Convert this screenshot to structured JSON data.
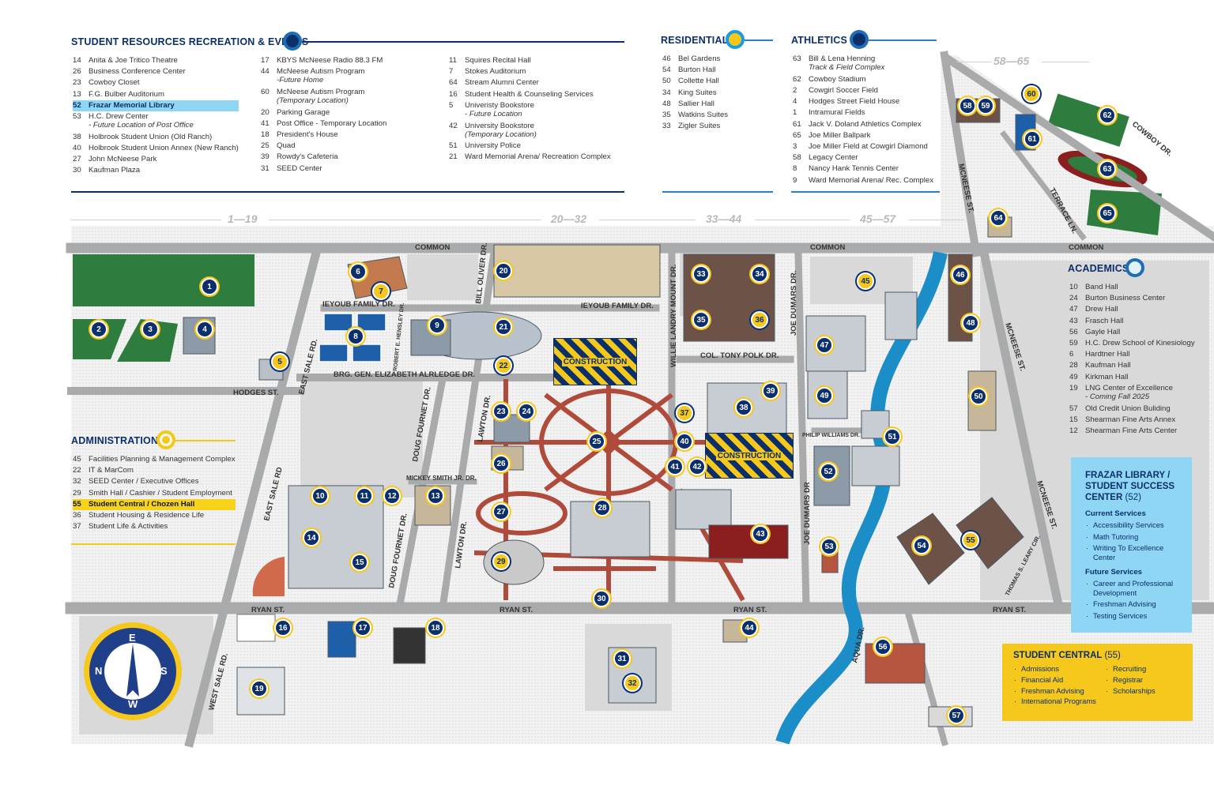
{
  "sections": {
    "student_resources": {
      "title": "STUDENT RESOURCES RECREATION & EVENTS",
      "col1": [
        {
          "n": "14",
          "name": "Anita & Joe Tritico Theatre"
        },
        {
          "n": "26",
          "name": "Business Conference Center"
        },
        {
          "n": "23",
          "name": "Cowboy Closet"
        },
        {
          "n": "13",
          "name": "F.G. Bulber Auditorium"
        },
        {
          "n": "52",
          "name": "Frazar Memorial Library"
        },
        {
          "n": "53",
          "name": "H.C. Drew Center",
          "sub": "- Future Location of Post Office"
        },
        {
          "n": "38",
          "name": "Holbrook Student Union (Old Ranch)"
        },
        {
          "n": "40",
          "name": "Holbrook Student Union Annex (New Ranch)"
        },
        {
          "n": "27",
          "name": "John McNeese Park"
        },
        {
          "n": "30",
          "name": "Kaufman Plaza"
        }
      ],
      "col2": [
        {
          "n": "17",
          "name": "KBYS McNeese Radio 88.3 FM"
        },
        {
          "n": "44",
          "name": "McNeese Autism Program",
          "sub": "-Future Home"
        },
        {
          "n": "60",
          "name": "McNeese Autism Program",
          "sub": "(Temporary Location)"
        },
        {
          "n": "20",
          "name": "Parking Garage"
        },
        {
          "n": "41",
          "name": "Post Office - Temporary Location"
        },
        {
          "n": "18",
          "name": "President's House"
        },
        {
          "n": "25",
          "name": "Quad"
        },
        {
          "n": "39",
          "name": "Rowdy's Cafeteria"
        },
        {
          "n": "31",
          "name": "SEED Center"
        }
      ],
      "col3": [
        {
          "n": "11",
          "name": "Squires Recital Hall"
        },
        {
          "n": "7",
          "name": "Stokes Auditorium"
        },
        {
          "n": "64",
          "name": "Stream Alumni Center"
        },
        {
          "n": "16",
          "name": "Student Health & Counseling Services"
        },
        {
          "n": "5",
          "name": "Univeristy Bookstore",
          "sub": "- Future Location"
        },
        {
          "n": "42",
          "name": "University Bookstore",
          "sub": "(Temporary Location)"
        },
        {
          "n": "51",
          "name": "University Police"
        },
        {
          "n": "21",
          "name": "Ward Memorial Arena/ Recreation Complex"
        }
      ]
    },
    "residential": {
      "title": "RESIDENTIAL",
      "items": [
        {
          "n": "46",
          "name": "Bel Gardens"
        },
        {
          "n": "54",
          "name": "Burton Hall"
        },
        {
          "n": "50",
          "name": "Collette Hall"
        },
        {
          "n": "34",
          "name": "King Suites"
        },
        {
          "n": "48",
          "name": "Sallier Hall"
        },
        {
          "n": "35",
          "name": "Watkins Suites"
        },
        {
          "n": "33",
          "name": "Zigler Suites"
        }
      ]
    },
    "athletics": {
      "title": "ATHLETICS",
      "items": [
        {
          "n": "63",
          "name": "Bill & Lena Henning",
          "sub": "Track & Field Complex"
        },
        {
          "n": "62",
          "name": "Cowboy Stadium"
        },
        {
          "n": "2",
          "name": "Cowgirl Soccer Field"
        },
        {
          "n": "4",
          "name": "Hodges Street Field House"
        },
        {
          "n": "1",
          "name": "Intramural Fields"
        },
        {
          "n": "61",
          "name": "Jack V. Doland Athletics Complex"
        },
        {
          "n": "65",
          "name": "Joe Miller Ballpark"
        },
        {
          "n": "3",
          "name": "Joe Miller Field at Cowgirl Diamond"
        },
        {
          "n": "58",
          "name": "Legacy Center"
        },
        {
          "n": "8",
          "name": "Nancy Hank Tennis Center"
        },
        {
          "n": "9",
          "name": "Ward Memorial Arena/ Rec. Complex"
        }
      ]
    },
    "administration": {
      "title": "ADMINISTRATION",
      "items": [
        {
          "n": "45",
          "name": "Facilities Planning & Management Complex"
        },
        {
          "n": "22",
          "name": "IT & MarCom"
        },
        {
          "n": "32",
          "name": "SEED Center / Executive Offices"
        },
        {
          "n": "29",
          "name": "Smith Hall / Cashier / Student Employment"
        },
        {
          "n": "55",
          "name": "Student Central / Chozen Hall"
        },
        {
          "n": "36",
          "name": "Student Housing & Residence Life"
        },
        {
          "n": "37",
          "name": "Student Life & Activities"
        }
      ]
    },
    "academics": {
      "title": "ACADEMICS",
      "items": [
        {
          "n": "10",
          "name": "Band Hall"
        },
        {
          "n": "24",
          "name": "Burton Business Center"
        },
        {
          "n": "47",
          "name": "Drew Hall"
        },
        {
          "n": "43",
          "name": "Frasch Hall"
        },
        {
          "n": "56",
          "name": "Gayle Hall"
        },
        {
          "n": "59",
          "name": "H.C. Drew School of Kinesiology"
        },
        {
          "n": "6",
          "name": "Hardtner Hall"
        },
        {
          "n": "28",
          "name": "Kaufman Hall"
        },
        {
          "n": "49",
          "name": "Kirkman Hall"
        },
        {
          "n": "19",
          "name": "LNG Center of Excellence",
          "sub": "- Coming Fall 2025"
        },
        {
          "n": "57",
          "name": "Old Credit Union Buliding"
        },
        {
          "n": "15",
          "name": "Shearman Fine Arts Annex"
        },
        {
          "n": "12",
          "name": "Shearman Fine Arts Center"
        }
      ]
    }
  },
  "ranges": [
    "1—19",
    "20—32",
    "33—44",
    "45—57",
    "58—65"
  ],
  "streets": {
    "common": "COMMON",
    "ieyoub1": "IEYOUB FAMILY DR.",
    "ieyoub2": "IEYOUB FAMILY DR.",
    "brg": "BRG. GEN. ELIZABETH ALRLEDGE DR.",
    "hodges": "HODGES ST.",
    "east_sale1": "EAST SALE RD.",
    "east_sale2": "EAST SALE RD",
    "west_sale": "WEST SALE RD.",
    "ryan": "RYAN ST.",
    "bill_oliver": "BILL OLIVER DR.",
    "robert": "ROBERT E. HENSLEY DR.",
    "doug1": "DOUG FOURNET DR.",
    "doug2": "DOUG FOURNET DR.",
    "lawton1": "LAWTON DR.",
    "lawton2": "LAWTON DR.",
    "mickey": "MICKEY SMITH JR. DR.",
    "willie": "WILLIE LANDRY MOUNT DR.",
    "col_tony": "COL. TONY POLK DR.",
    "joe_dumars1": "JOE DUMARS DR.",
    "joe_dumars2": "JOE DUMARS DR",
    "philip": "PHILIP WILLIAMS DR.",
    "mcneese1": "MCNEESE ST.",
    "mcneese2": "MCNEESE ST.",
    "mcneese3": "MCNEESE ST.",
    "aqua": "AQUA DR.",
    "thomas": "THOMAS S. LEARY CIR.",
    "terrace": "TERRACE LN.",
    "cowboy": "COWBOY DR."
  },
  "construction_label": "CONSTRUCTION",
  "compass": {
    "n": "N",
    "s": "S",
    "e": "E",
    "w": "W"
  },
  "frazar_box": {
    "title": "FRAZAR LIBRARY / STUDENT SUCCESS CENTER",
    "num": "(52)",
    "current_heading": "Current Services",
    "current": [
      "Accessibility Services",
      "Math Tutoring",
      "Writing To Excellence Center"
    ],
    "future_heading": "Future Services",
    "future": [
      "Career and Professional Development",
      "Freshman Advising",
      "Testing Services"
    ]
  },
  "central_box": {
    "title": "STUDENT CENTRAL",
    "num": "(55)",
    "col1": [
      "Admissions",
      "Financial Aid",
      "Freshman Advising",
      "International Programs"
    ],
    "col2": [
      "Recruiting",
      "Registrar",
      "Scholarships"
    ]
  },
  "markers": [
    {
      "n": "1",
      "style": "navy"
    },
    {
      "n": "2",
      "style": "navy"
    },
    {
      "n": "3",
      "style": "navy"
    },
    {
      "n": "4",
      "style": "navy"
    },
    {
      "n": "5",
      "style": "gold"
    },
    {
      "n": "6",
      "style": "navy"
    },
    {
      "n": "7",
      "style": "gold"
    },
    {
      "n": "8",
      "style": "navy"
    },
    {
      "n": "9",
      "style": "navy"
    },
    {
      "n": "10",
      "style": "navy"
    },
    {
      "n": "11",
      "style": "navy"
    },
    {
      "n": "12",
      "style": "navy"
    },
    {
      "n": "13",
      "style": "navy"
    },
    {
      "n": "14",
      "style": "navy"
    },
    {
      "n": "15",
      "style": "navy"
    },
    {
      "n": "16",
      "style": "navy"
    },
    {
      "n": "17",
      "style": "navy"
    },
    {
      "n": "18",
      "style": "navy"
    },
    {
      "n": "19",
      "style": "navy"
    },
    {
      "n": "20",
      "style": "navy"
    },
    {
      "n": "21",
      "style": "navy"
    },
    {
      "n": "22",
      "style": "gold"
    },
    {
      "n": "23",
      "style": "navy"
    },
    {
      "n": "24",
      "style": "navy"
    },
    {
      "n": "25",
      "style": "navy"
    },
    {
      "n": "26",
      "style": "navy"
    },
    {
      "n": "27",
      "style": "navy"
    },
    {
      "n": "28",
      "style": "navy"
    },
    {
      "n": "29",
      "style": "gold"
    },
    {
      "n": "30",
      "style": "navy"
    },
    {
      "n": "31",
      "style": "navy"
    },
    {
      "n": "32",
      "style": "gold"
    },
    {
      "n": "33",
      "style": "navy"
    },
    {
      "n": "34",
      "style": "navy"
    },
    {
      "n": "35",
      "style": "navy"
    },
    {
      "n": "36",
      "style": "gold"
    },
    {
      "n": "37",
      "style": "gold"
    },
    {
      "n": "38",
      "style": "navy"
    },
    {
      "n": "39",
      "style": "navy"
    },
    {
      "n": "40",
      "style": "navy"
    },
    {
      "n": "41",
      "style": "navy"
    },
    {
      "n": "42",
      "style": "navy"
    },
    {
      "n": "43",
      "style": "navy"
    },
    {
      "n": "44",
      "style": "navy"
    },
    {
      "n": "45",
      "style": "gold"
    },
    {
      "n": "46",
      "style": "navy"
    },
    {
      "n": "47",
      "style": "navy"
    },
    {
      "n": "48",
      "style": "navy"
    },
    {
      "n": "49",
      "style": "navy"
    },
    {
      "n": "50",
      "style": "navy"
    },
    {
      "n": "51",
      "style": "navy"
    },
    {
      "n": "52",
      "style": "navy"
    },
    {
      "n": "53",
      "style": "navy"
    },
    {
      "n": "54",
      "style": "navy"
    },
    {
      "n": "55",
      "style": "gold"
    },
    {
      "n": "56",
      "style": "navy"
    },
    {
      "n": "57",
      "style": "navy"
    },
    {
      "n": "58",
      "style": "navy"
    },
    {
      "n": "59",
      "style": "navy"
    },
    {
      "n": "60",
      "style": "gold"
    },
    {
      "n": "61",
      "style": "navy"
    },
    {
      "n": "62",
      "style": "navy"
    },
    {
      "n": "63",
      "style": "navy"
    },
    {
      "n": "64",
      "style": "navy"
    },
    {
      "n": "65",
      "style": "navy"
    }
  ],
  "colors": {
    "navy": "#0b2f6b",
    "gold": "#f6c81b",
    "road": "#a9aaab",
    "water": "#1b8ec8",
    "brick": "#b23a2c",
    "grass": "#2e7d3f"
  }
}
